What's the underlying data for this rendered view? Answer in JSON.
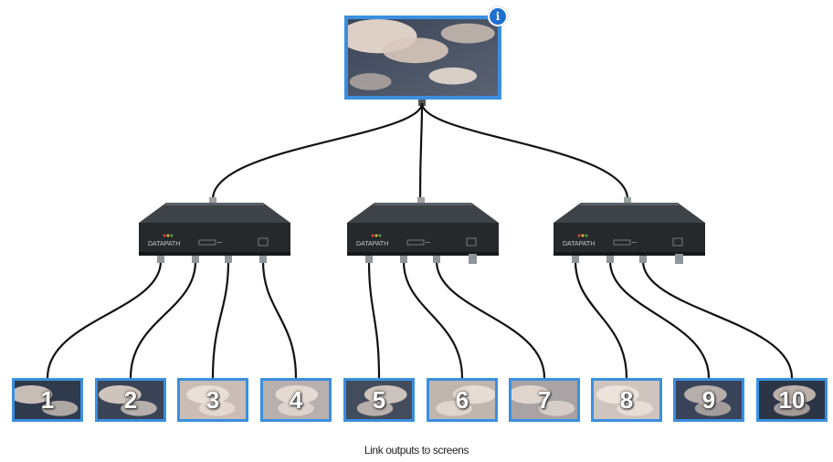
{
  "source": {
    "info_icon": "info-icon",
    "info_glyph": "i"
  },
  "devices": [
    {
      "brand": "DATAPATH"
    },
    {
      "brand": "DATAPATH"
    },
    {
      "brand": "DATAPATH"
    }
  ],
  "outputs": [
    {
      "label": "1"
    },
    {
      "label": "2"
    },
    {
      "label": "3"
    },
    {
      "label": "4"
    },
    {
      "label": "5"
    },
    {
      "label": "6"
    },
    {
      "label": "7"
    },
    {
      "label": "8"
    },
    {
      "label": "9"
    },
    {
      "label": "10"
    }
  ],
  "caption": "Link outputs to screens",
  "colors": {
    "accent_border": "#3a8fe0",
    "cable": "#111111",
    "device": "#2a2f33"
  }
}
